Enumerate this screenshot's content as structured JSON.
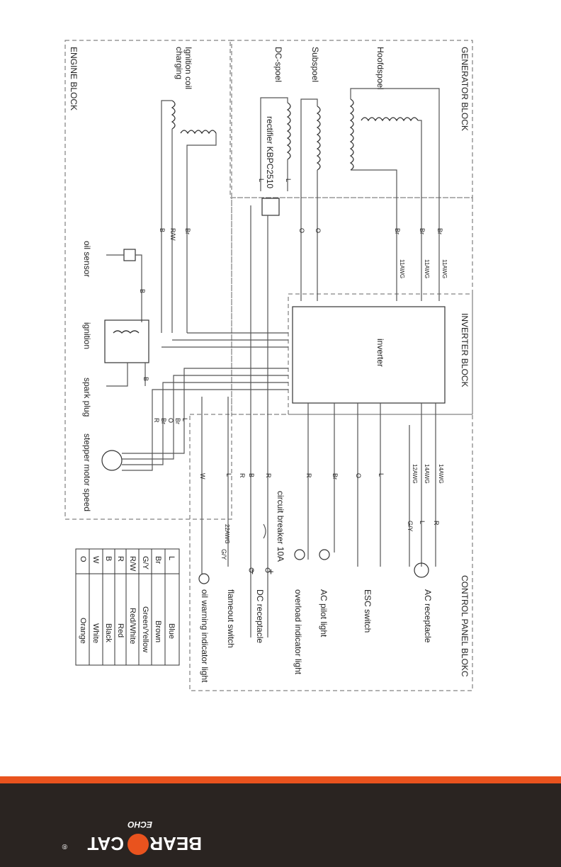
{
  "blocks": {
    "generator": "GENERATOR BLOCK",
    "engine": "ENGINE BLOCK",
    "inverter": "INVERTER BLOCK",
    "control_panel": "CONTROL PANEL BLOKC"
  },
  "components": {
    "hoofdspoel": "Hoofdspoel",
    "subspoel": "Subspoel",
    "dc_spoel": "DC-spoel",
    "ignition_coil": "Ignition coil",
    "ignition_coil_2": "charging",
    "rectifier": "rectifier KBPC2510",
    "oil_sensor": "oil sensor",
    "ignition": "ignition",
    "spark_plug": "spark plug",
    "stepper": "stepper motor speed",
    "inverter": "inverter",
    "circuit_breaker": "circuit breaker 10A",
    "ac_receptacle": "AC receptacle",
    "esc_switch": "ESC switch",
    "ac_pilot": "AC pilot light",
    "overload": "overload indicator light",
    "dc_receptacle": "DC receptacle",
    "flameout": "flameout switch",
    "oil_warning": "oil warning indicator light",
    "plus": "+",
    "minus": "−"
  },
  "gauges": {
    "g11_a": "11AWG",
    "g11_b": "11AWG",
    "g11_c": "11AWG",
    "g14_a": "14AWG",
    "g14_b": "14AWG",
    "g12": "12AWG",
    "g22": "22AWG"
  },
  "wire_labels": {
    "gen_br1": "Br",
    "gen_br2": "Br",
    "gen_br3": "Br",
    "sub_o1": "O",
    "sub_o2": "O",
    "dc_l1": "L",
    "dc_l2": "L",
    "ign_br": "Br",
    "ign_rw": "R/W",
    "ign_b": "B",
    "oil_b": "B",
    "spark_b": "B",
    "step_l": "L",
    "step_br": "Br",
    "step_o": "O",
    "step_br2": "Br",
    "step_r": "R",
    "cp_r": "R",
    "cp_l": "L",
    "cp_gy": "G/Y",
    "cp_l2": "L",
    "cp_o": "O",
    "cp_br": "Br",
    "cp_r2": "R",
    "cp_r3": "R",
    "cp_b": "B",
    "cp_r4": "R",
    "cp_l3": "L",
    "cp_w": "W",
    "cp_gy2": "G/Y"
  },
  "legend": [
    {
      "code": "L",
      "name": "Blue"
    },
    {
      "code": "Br",
      "name": "Brown"
    },
    {
      "code": "G/Y",
      "name": "Green/Yellow"
    },
    {
      "code": "R/W",
      "name": "Red/White"
    },
    {
      "code": "R",
      "name": "Red"
    },
    {
      "code": "B",
      "name": "Black"
    },
    {
      "code": "W",
      "name": "White"
    },
    {
      "code": "O",
      "name": "Orange"
    }
  ],
  "brand": {
    "name_line1": "BEAR",
    "name_line2": "CAT",
    "sub": "ECHO",
    "reg": "®"
  },
  "colors": {
    "footer_bg": "#2a2421",
    "accent": "#e9531e"
  }
}
